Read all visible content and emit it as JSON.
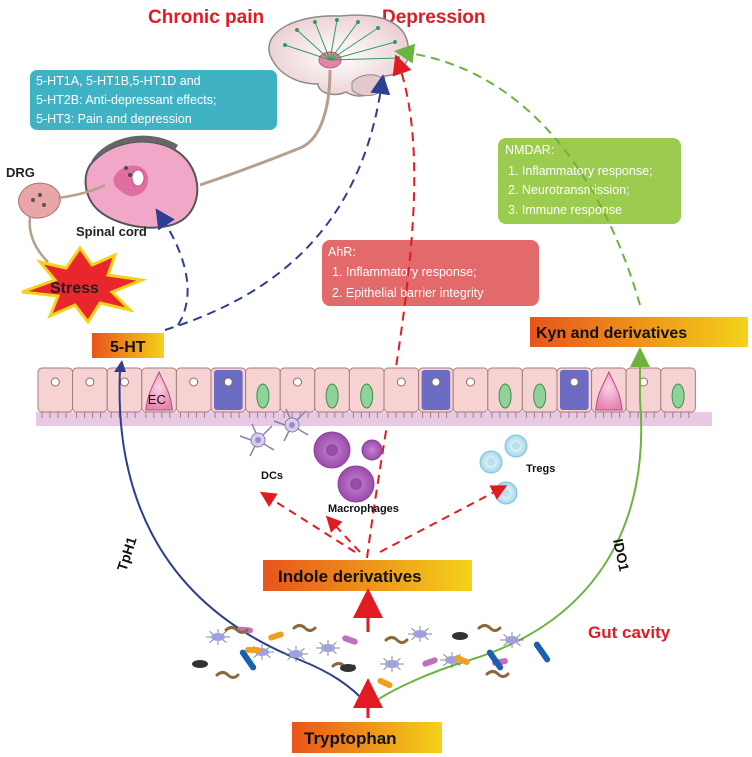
{
  "titles": {
    "chronic_pain": "Chronic pain",
    "depression": "Depression",
    "gut_cavity": "Gut cavity"
  },
  "receptor_box": {
    "line1": "5-HT1A, 5-HT1B,5-HT1D and",
    "line2": "5-HT2B: Anti-depressant effects;",
    "line3": "5-HT3: Pain and depression"
  },
  "nmdar_box": {
    "title": "NMDAR:",
    "item1": "1. Inflammatory response;",
    "item2": "2. Neurotransmission;",
    "item3": "3. Immune response"
  },
  "ahr_box": {
    "title": "AhR:",
    "item1": "1. Inflammatory response;",
    "item2": "2. Epithelial barrier integrity"
  },
  "labels": {
    "drg": "DRG",
    "spinal_cord": "Spinal cord",
    "stress": "Stress",
    "five_ht": "5-HT",
    "kyn": "Kyn and derivatives",
    "ec": "EC",
    "dcs": "DCs",
    "macrophages": "Macrophages",
    "tregs": "Tregs",
    "indole": "Indole derivatives",
    "tryptophan": "Tryptophan",
    "tph1": "TpH1",
    "ido1": "IDO1"
  },
  "colors": {
    "title_red": "#e21b23",
    "receptor_box": "#3fb3c4",
    "nmdar_box": "#9ccc4f",
    "ahr_box": "#e26a6a",
    "blue_arrow": "#2e3e92",
    "red_arrow": "#e21b23",
    "green_arrow": "#6cb33f",
    "gradient_start": "#e8541b",
    "gradient_end": "#f3d21a"
  }
}
